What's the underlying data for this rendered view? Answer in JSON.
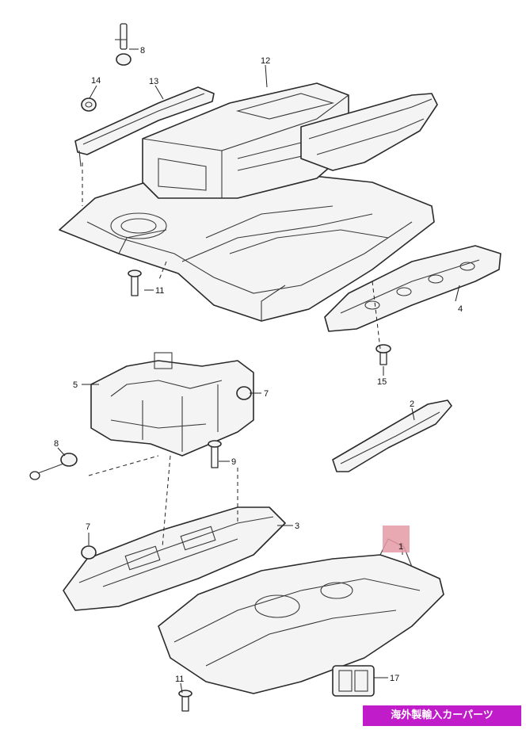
{
  "callouts": {
    "c1": "1",
    "c2": "2",
    "c3": "3",
    "c4": "4",
    "c5": "5",
    "c7a": "7",
    "c7b": "7",
    "c8a": "8",
    "c8b": "8",
    "c9": "9",
    "c11a": "11",
    "c11b": "11",
    "c12": "12",
    "c13": "13",
    "c14": "14",
    "c15": "15",
    "c17": "17"
  },
  "watermark": "海外製輸入カーパーツ",
  "colors": {
    "highlight": "#e49aa6",
    "watermark_bg": "#c01cc9",
    "line": "#2a2a2a"
  }
}
